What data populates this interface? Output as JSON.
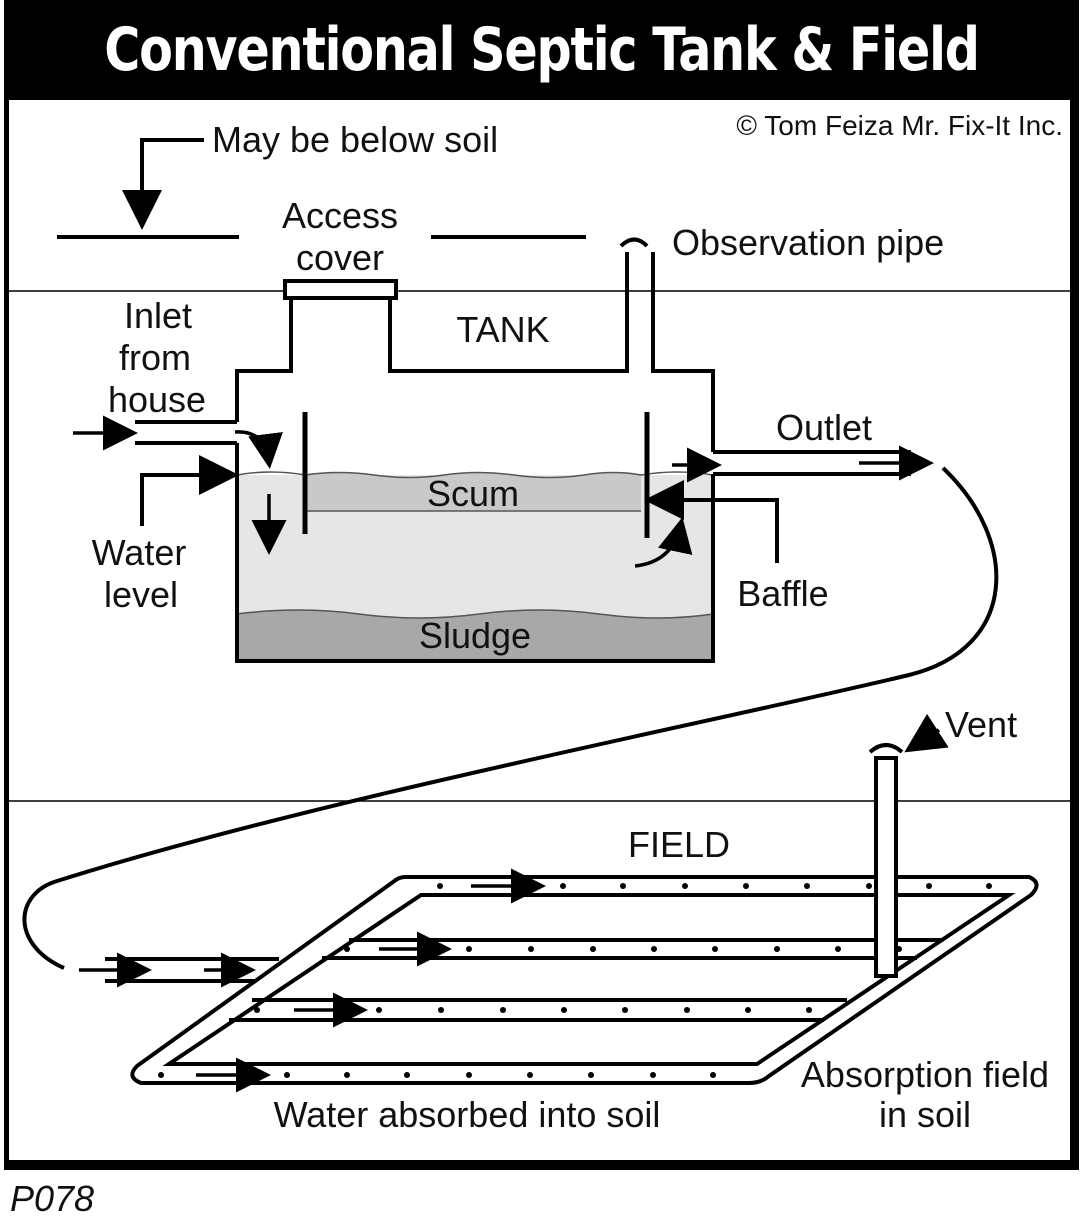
{
  "title": "Conventional Septic Tank & Field",
  "copyright": "© Tom Feiza Mr. Fix-It Inc.",
  "labels": {
    "below_soil": "May be below soil",
    "access_cover_1": "Access",
    "access_cover_2": "cover",
    "observation_pipe": "Observation pipe",
    "tank": "TANK",
    "inlet_1": "Inlet",
    "inlet_2": "from",
    "inlet_3": "house",
    "outlet": "Outlet",
    "scum": "Scum",
    "water_level_1": "Water",
    "water_level_2": "level",
    "baffle": "Baffle",
    "sludge": "Sludge",
    "vent": "Vent",
    "field": "FIELD",
    "absorption_1": "Absorption field",
    "absorption_2": "in soil",
    "water_absorbed": "Water absorbed into soil"
  },
  "figure_code": "P078",
  "colors": {
    "frame": "#000000",
    "scum_fill": "#c9c9c9",
    "water_fill": "#e6e6e6",
    "sludge_fill": "#a8a8a8"
  }
}
